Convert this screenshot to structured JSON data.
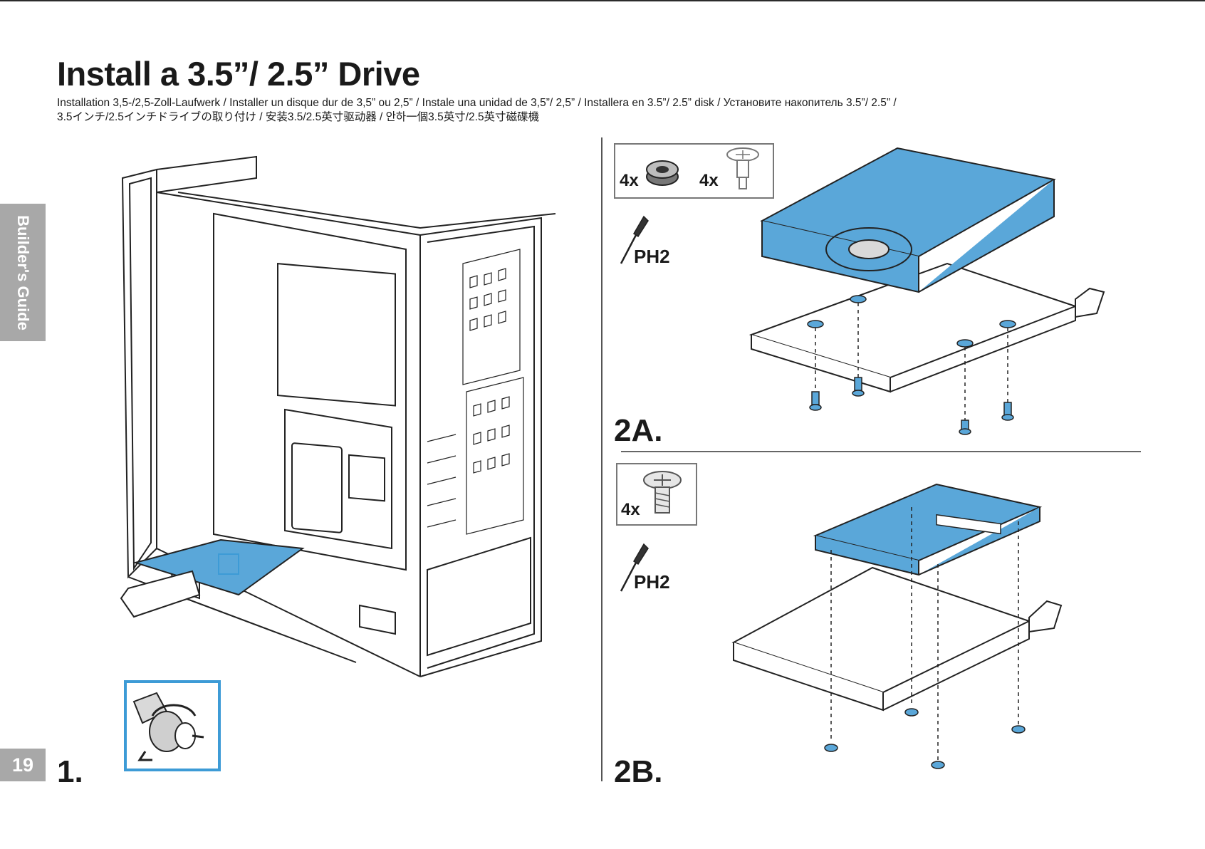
{
  "header": {
    "title": "Install a 3.5”/ 2.5” Drive",
    "subtitle_line1": "Installation 3,5-/2,5-Zoll-Laufwerk / Installer un disque dur de 3,5” ou 2,5” / Instale una unidad de 3,5”/ 2,5” / Installera en 3.5”/ 2.5” disk / Установите накопитель 3.5”/ 2.5”  /",
    "subtitle_line2": "3.5インチ/2.5インチドライブの取り付け / 安装3.5/2.5英寸驱动器 / 안하一個3.5英寸/2.5英寸磁碟機"
  },
  "side_tab": {
    "label": "Builder's Guide"
  },
  "page_number": "19",
  "steps": {
    "step1": {
      "label": "1."
    },
    "step2a": {
      "label": "2A.",
      "kit": [
        {
          "qty": "4x",
          "item": "rubber-grommet"
        },
        {
          "qty": "4x",
          "item": "shoulder-screw"
        }
      ],
      "tool": "PH2"
    },
    "step2b": {
      "label": "2B.",
      "kit": [
        {
          "qty": "4x",
          "item": "flat-head-screw"
        }
      ],
      "tool": "PH2"
    }
  },
  "colors": {
    "highlight_blue": "#5aa7d9",
    "frame_blue": "#3d9bd6",
    "line": "#222222",
    "tab_gray": "#a8a8a8"
  }
}
